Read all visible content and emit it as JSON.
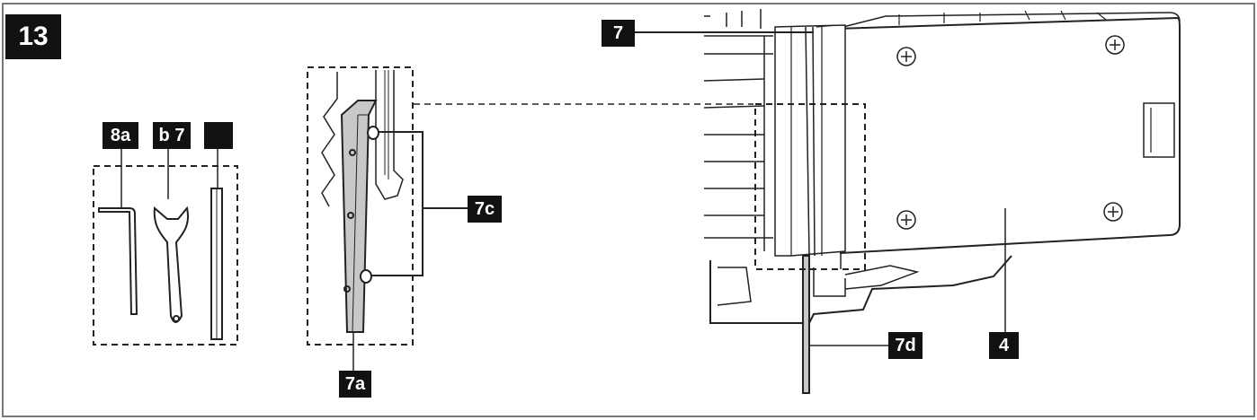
{
  "figure": {
    "number": "13"
  },
  "callouts": {
    "c_8a": "8a",
    "c_b7": "b 7",
    "c_blank": "",
    "c_7a": "7a",
    "c_7c": "7c",
    "c_7": "7",
    "c_7d": "7d",
    "c_4": "4"
  },
  "colors": {
    "label_bg": "#111111",
    "label_text": "#ffffff",
    "line": "#1a1a1a",
    "blade_fill": "#c8c8c8"
  }
}
